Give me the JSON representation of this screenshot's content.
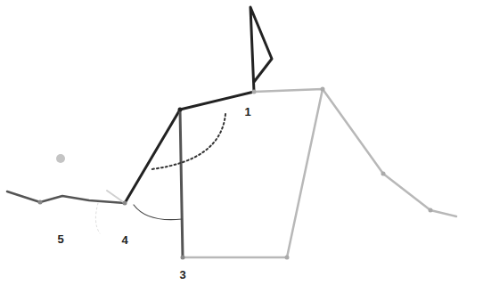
{
  "diagram": {
    "labels": [
      "1",
      "5",
      "4",
      "3"
    ]
  }
}
